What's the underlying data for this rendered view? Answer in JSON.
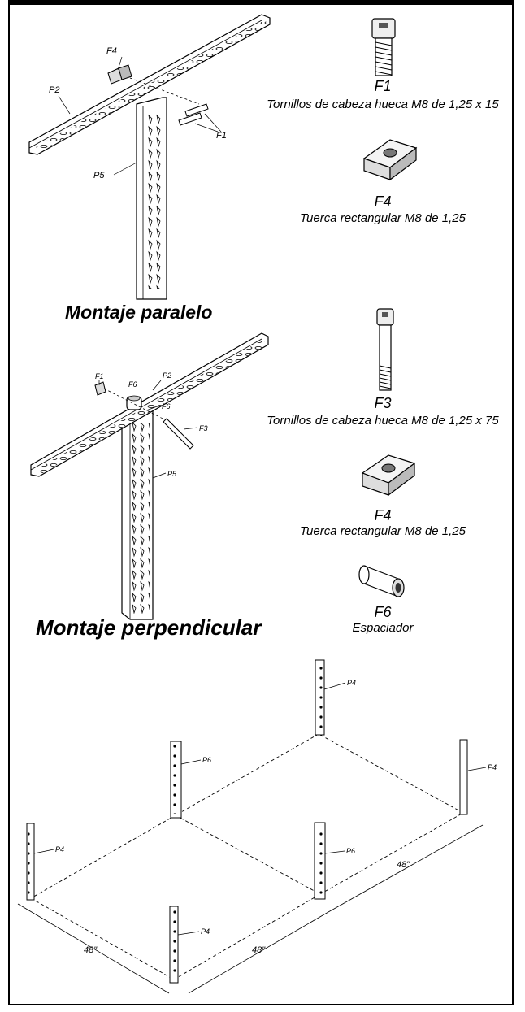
{
  "parallel": {
    "title": "Montaje paralelo",
    "labels": {
      "p2": "P2",
      "p5": "P5",
      "f4": "F4",
      "f1": "F1"
    },
    "parts": [
      {
        "code": "F1",
        "desc": "Tornillos de cabeza hueca M8 de 1,25 x 15",
        "icon": "short-bolt-icon"
      },
      {
        "code": "F4",
        "desc": "Tuerca rectangular M8 de 1,25",
        "icon": "rectangular-nut-icon"
      }
    ]
  },
  "perpendicular": {
    "title": "Montaje perpendicular",
    "labels": {
      "f1": "F1",
      "f6": "F6",
      "p2": "P2",
      "f6b": "F6",
      "f3": "F3",
      "p5": "P5"
    },
    "parts": [
      {
        "code": "F3",
        "desc": "Tornillos de cabeza hueca M8 de 1,25 x 75",
        "icon": "long-bolt-icon"
      },
      {
        "code": "F4",
        "desc": "Tuerca rectangular M8 de 1,25",
        "icon": "rectangular-nut-icon"
      },
      {
        "code": "F6",
        "desc": "Espaciador",
        "icon": "spacer-icon"
      }
    ]
  },
  "layout": {
    "posts": {
      "back": "P4",
      "right": "P4",
      "midleft": "P6",
      "left": "P4",
      "midright": "P6",
      "front": "P4"
    },
    "dims": {
      "left": "48\"",
      "front": "48\"",
      "right": "48\""
    }
  }
}
